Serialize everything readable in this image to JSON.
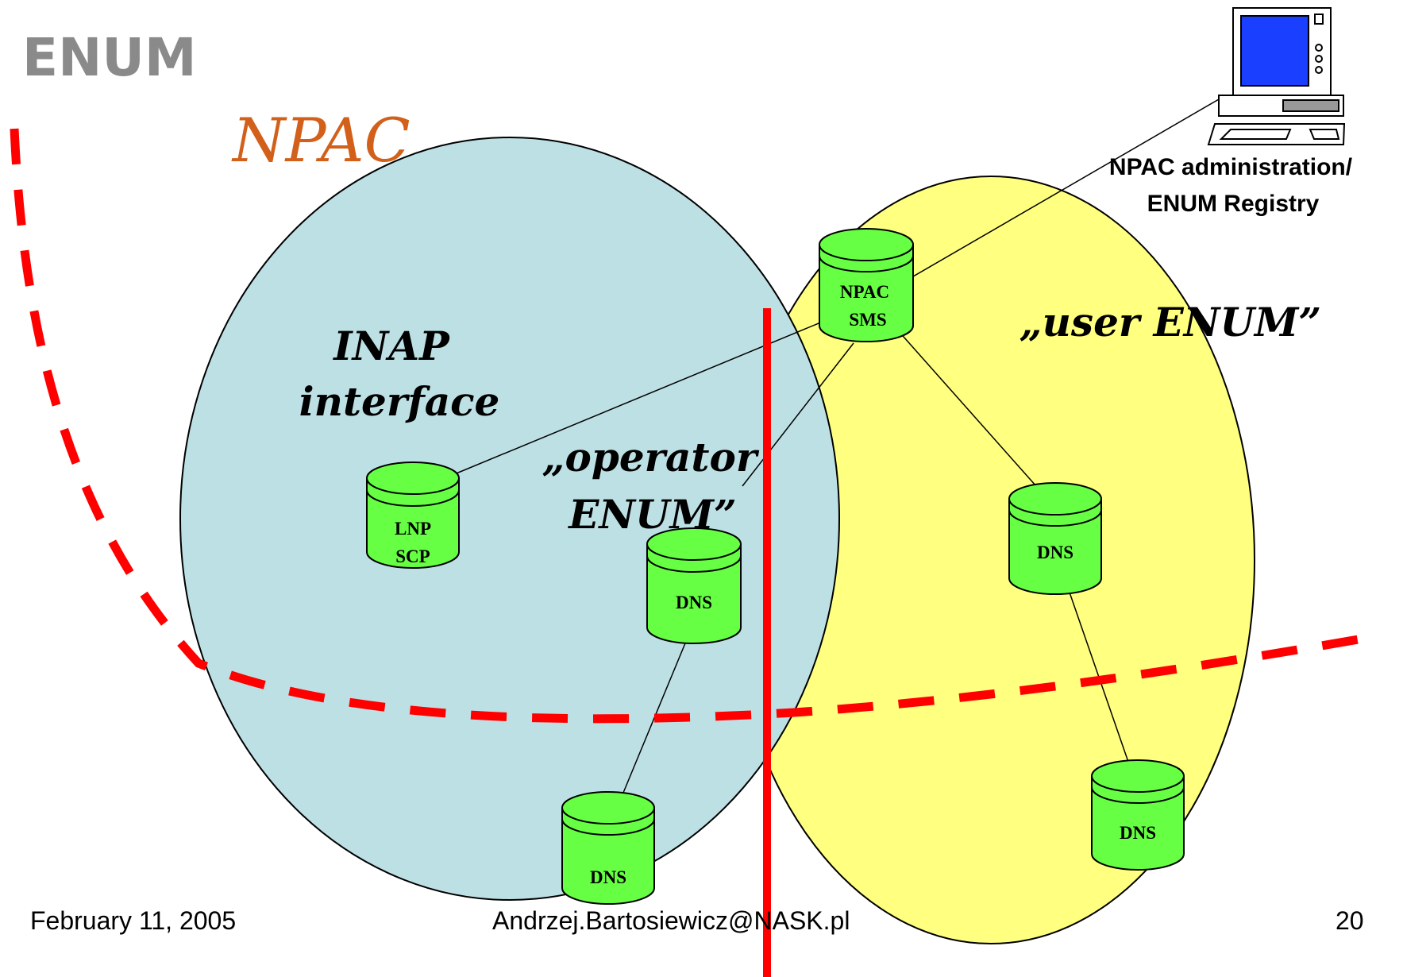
{
  "slide": {
    "title": "ENUM",
    "npac_heading": "NPAC",
    "inap": {
      "line1": "INAP",
      "line2": "interface"
    },
    "operator_enum": {
      "line1": "„operator",
      "line2": "ENUM”"
    },
    "user_enum": "„user ENUM”",
    "admin": {
      "line1": "NPAC administration/",
      "line2": "ENUM Registry"
    },
    "footer": {
      "date": "February 11, 2005",
      "email": "Andrzej.Bartosiewicz@NASK.pl",
      "page": "20"
    }
  },
  "databases": {
    "npac_sms": {
      "line1": "NPAC",
      "line2": "SMS"
    },
    "lnp_scp": {
      "line1": "LNP",
      "line2": "SCP"
    },
    "dns_operator": "DNS",
    "dns_operator_bottom": "DNS",
    "dns_user": "DNS",
    "dns_user_bottom": "DNS"
  },
  "colors": {
    "operator_circle": "#bde0e4",
    "user_circle": "#ffff80",
    "database": "#66ff44",
    "boundary": "#ff0000",
    "npac_heading": "#d2601a"
  },
  "icons": {
    "admin_terminal": "computer-icon"
  }
}
